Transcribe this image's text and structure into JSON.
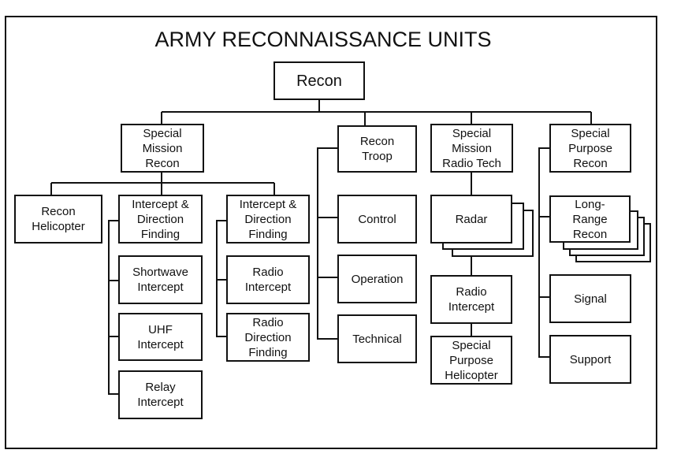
{
  "title": "ARMY RECONNAISSANCE UNITS",
  "nodes": {
    "recon": "Recon",
    "smr": "Special\nMission\nRecon",
    "recon_troop": "Recon\nTroop",
    "smrt": "Special\nMission\nRadio Tech",
    "spr": "Special\nPurpose\nRecon",
    "recon_helicopter": "Recon\nHelicopter",
    "idf1": "Intercept &\nDirection\nFinding",
    "idf2": "Intercept &\nDirection\nFinding",
    "shortwave": "Shortwave\nIntercept",
    "uhf": "UHF\nIntercept",
    "relay": "Relay\nIntercept",
    "radio_intercept_a": "Radio\nIntercept",
    "radio_df": "Radio\nDirection\nFinding",
    "control": "Control",
    "operation": "Operation",
    "technical": "Technical",
    "radar": "Radar",
    "radio_intercept_b": "Radio\nIntercept",
    "sp_helicopter": "Special\nPurpose\nHelicopter",
    "long_range": "Long-\nRange\nRecon",
    "signal": "Signal",
    "support": "Support"
  }
}
